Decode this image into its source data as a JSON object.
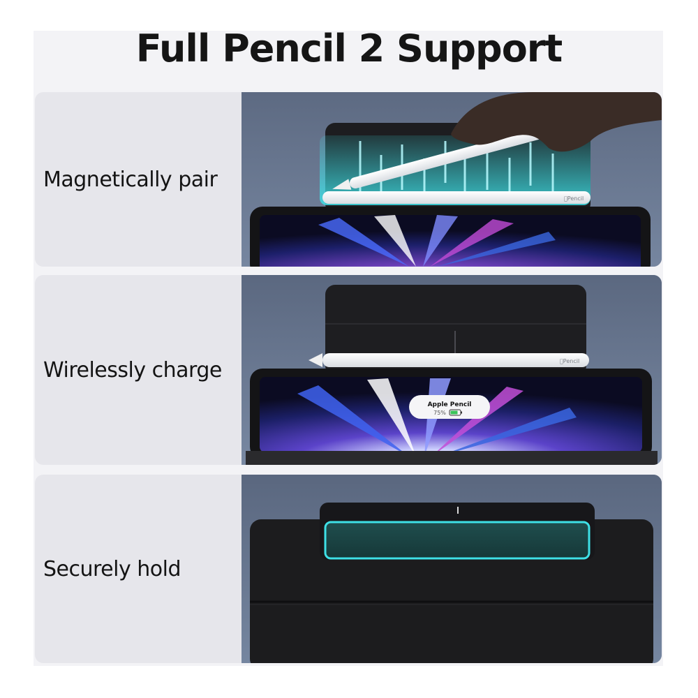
{
  "title": "Full Pencil 2 Support",
  "features": [
    {
      "label": "Magnetically pair"
    },
    {
      "label": "Wirelessly charge"
    },
    {
      "label": "Securely hold"
    }
  ],
  "pencil_brand": "Pencil",
  "popup": {
    "device": "Apple Pencil",
    "battery": "75%"
  },
  "colors": {
    "panel_bg": "#e6e6eb",
    "photo_bg": "#6c7a93",
    "glow": "#3ee0e6",
    "case": "#1c1c1e"
  }
}
